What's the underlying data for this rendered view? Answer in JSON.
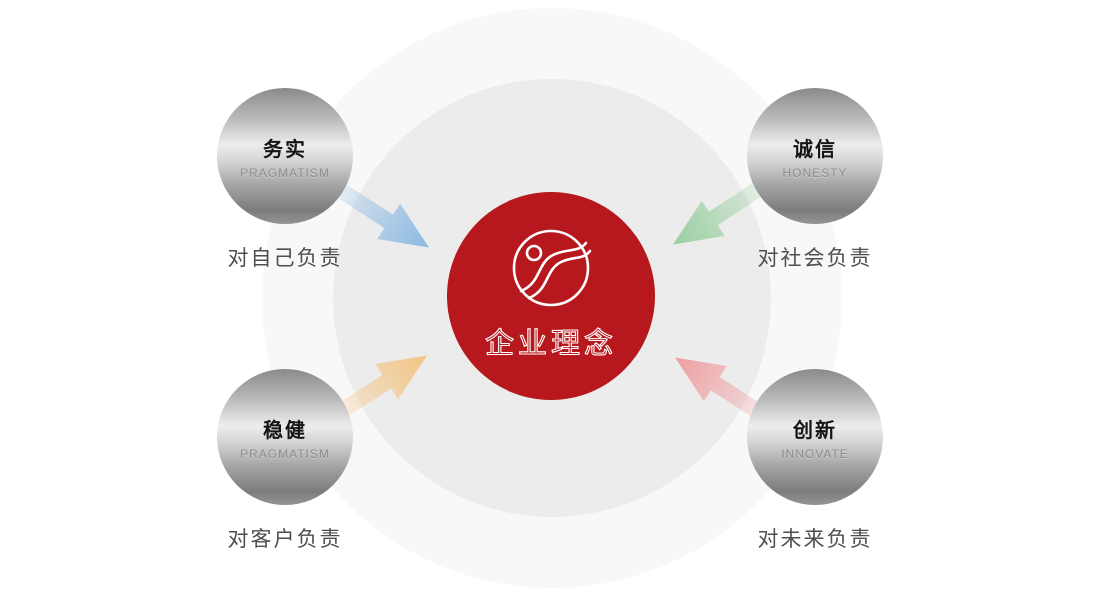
{
  "center": {
    "label": "企业理念",
    "color": "#b6181e",
    "logo": "circle-wave-emblem"
  },
  "nodes": [
    {
      "id": "pragmatism",
      "zh": "务实",
      "en": "PRAGMATISM",
      "caption": "对自己负责",
      "arrow_color": "#86b6e2",
      "position": "top-left"
    },
    {
      "id": "honesty",
      "zh": "诚信",
      "en": "HONESTY",
      "caption": "对社会负责",
      "arrow_color": "#94cd9a",
      "position": "top-right"
    },
    {
      "id": "steady",
      "zh": "稳健",
      "en": "PRAGMATISM",
      "caption": "对客户负责",
      "arrow_color": "#f3c27e",
      "position": "bottom-left"
    },
    {
      "id": "innovate",
      "zh": "创新",
      "en": "INNOVATE",
      "caption": "对未来负责",
      "arrow_color": "#ef9a9d",
      "position": "bottom-right"
    }
  ]
}
